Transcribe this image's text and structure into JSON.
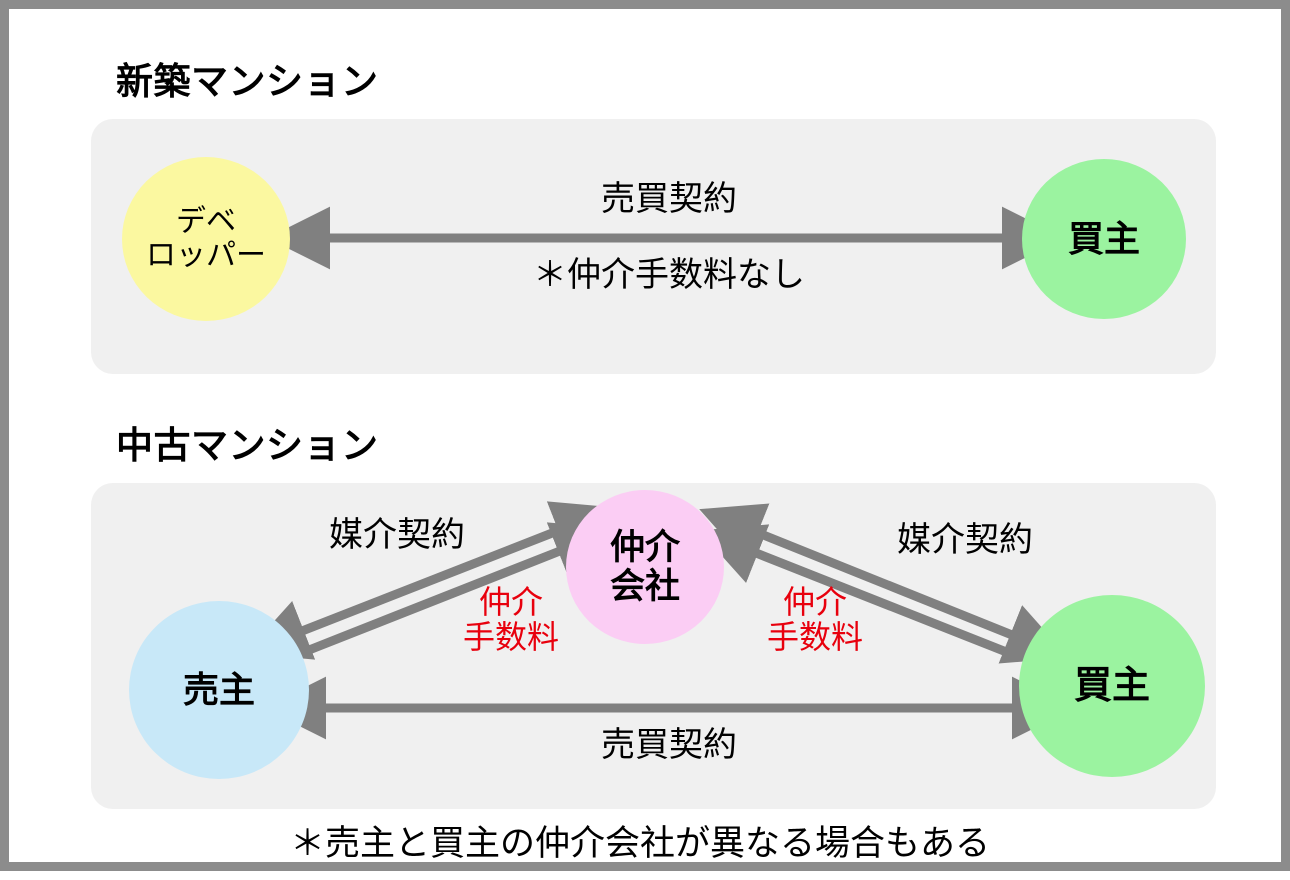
{
  "frame": {
    "border_color": "#8c8c8c",
    "background": "#ffffff"
  },
  "sections": [
    {
      "id": "new-condo",
      "title": "新築マンション",
      "panel_color": "#f0f0f0",
      "nodes": [
        {
          "id": "developer",
          "label": "デベ\nロッパー",
          "color": "#fbf8a0"
        },
        {
          "id": "buyer",
          "label": "買主",
          "color": "#9bf3a0"
        }
      ],
      "arrows": [
        {
          "id": "sales-contract",
          "label_above": "売買契約",
          "label_below": "＊仲介手数料なし",
          "from": "developer",
          "to": "buyer",
          "double_headed": true,
          "color": "#808080"
        }
      ]
    },
    {
      "id": "used-condo",
      "title": "中古マンション",
      "panel_color": "#f0f0f0",
      "nodes": [
        {
          "id": "seller",
          "label": "売主",
          "color": "#c8e8f8"
        },
        {
          "id": "agent",
          "label": "仲介\n会社",
          "color": "#fbcdf4"
        },
        {
          "id": "buyer",
          "label": "買主",
          "color": "#9bf3a0"
        }
      ],
      "arrows": [
        {
          "id": "seller-agent-mediation",
          "label": "媒介契約",
          "from": "seller",
          "to": "agent",
          "double_headed": true,
          "color": "#808080"
        },
        {
          "id": "seller-agent-fee",
          "label": "仲介\n手数料",
          "label_color": "#e8000d",
          "from": "seller",
          "to": "agent",
          "double_headed": false,
          "color": "#808080"
        },
        {
          "id": "buyer-agent-mediation",
          "label": "媒介契約",
          "from": "buyer",
          "to": "agent",
          "double_headed": true,
          "color": "#808080"
        },
        {
          "id": "buyer-agent-fee",
          "label": "仲介\n手数料",
          "label_color": "#e8000d",
          "from": "buyer",
          "to": "agent",
          "double_headed": false,
          "color": "#808080"
        },
        {
          "id": "sales-contract",
          "label_below": "売買契約",
          "from": "seller",
          "to": "buyer",
          "double_headed": true,
          "color": "#808080"
        }
      ],
      "footnote": "＊売主と買主の仲介会社が異なる場合もある"
    }
  ]
}
